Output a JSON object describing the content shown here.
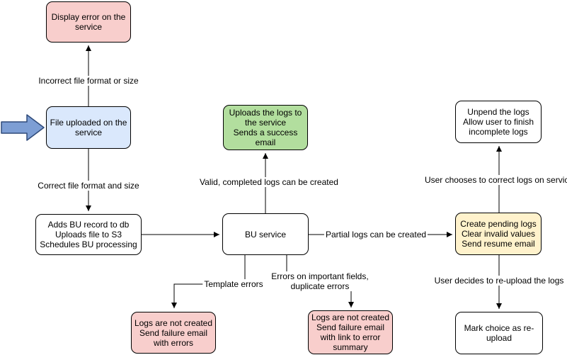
{
  "diagram": {
    "nodes": {
      "display_error": {
        "label": "Display error on the\nservice",
        "type": "error"
      },
      "file_uploaded": {
        "label": "File uploaded on the\nservice",
        "type": "start"
      },
      "adds_bu_record": {
        "label": "Adds BU record to db\nUploads file to S3\nSchedules BU processing",
        "type": "process"
      },
      "bu_service": {
        "label": "BU service",
        "type": "process"
      },
      "uploads_logs": {
        "label": "Uploads the logs to\nthe service\nSends a success\nemail",
        "type": "success"
      },
      "logs_not_created_errors": {
        "label": "Logs are not created\nSend failure email\nwith errors",
        "type": "error"
      },
      "logs_not_created_summary": {
        "label": "Logs are not created\nSend failure email\nwith link to error\nsummary",
        "type": "error"
      },
      "create_pending_logs": {
        "label": "Create pending logs\nClear invalid values\nSend resume email",
        "type": "pending"
      },
      "unpend_logs": {
        "label": "Unpend the logs\nAllow user to finish\nincomplete logs",
        "type": "process"
      },
      "mark_reupload": {
        "label": "Mark choice as re-\nupload",
        "type": "process"
      }
    },
    "edge_labels": {
      "incorrect_format": "Incorrect file format or size",
      "correct_format": "Correct file format and size",
      "valid_logs": "Valid, completed logs can be created",
      "partial_logs": "Partial logs can be created",
      "template_errors": "Template errors",
      "important_field_errors": "Errors on important fields,\nduplicate errors",
      "user_corrects": "User chooses to correct logs on service",
      "user_reuploads": "User decides to re-upload the logs"
    },
    "colors": {
      "error_fill": "#f8cecc",
      "start_fill": "#dae8fc",
      "success_fill": "#b2de9e",
      "pending_fill": "#fff2cc",
      "process_fill": "#ffffff",
      "stroke": "#000000",
      "entry_arrow_fill": "#7d9ed4",
      "entry_arrow_stroke": "#2e4a7a"
    }
  }
}
